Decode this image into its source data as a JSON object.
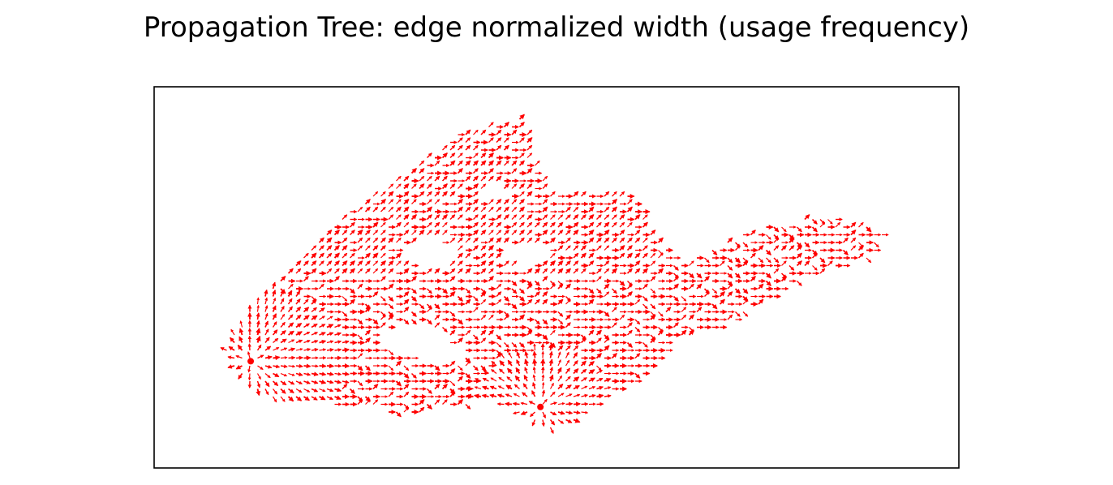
{
  "chart_data": {
    "type": "graph",
    "title": "Propagation Tree: edge normalized width (usage frequency)",
    "xlabel": "",
    "ylabel": "",
    "ticks_visible": false,
    "grid": false,
    "legend": "none",
    "edge_color": "#ff0000",
    "frame_color": "#000000",
    "seed_nodes": [
      {
        "x": 0.12,
        "y": 0.28
      },
      {
        "x": 0.48,
        "y": 0.16
      }
    ],
    "region_outline": [
      [
        0.09,
        0.32
      ],
      [
        0.13,
        0.45
      ],
      [
        0.22,
        0.64
      ],
      [
        0.33,
        0.8
      ],
      [
        0.38,
        0.88
      ],
      [
        0.46,
        0.92
      ],
      [
        0.47,
        0.82
      ],
      [
        0.49,
        0.72
      ],
      [
        0.53,
        0.72
      ],
      [
        0.59,
        0.72
      ],
      [
        0.61,
        0.68
      ],
      [
        0.62,
        0.61
      ],
      [
        0.66,
        0.54
      ],
      [
        0.7,
        0.58
      ],
      [
        0.74,
        0.62
      ],
      [
        0.79,
        0.65
      ],
      [
        0.84,
        0.66
      ],
      [
        0.91,
        0.62
      ],
      [
        0.89,
        0.55
      ],
      [
        0.8,
        0.49
      ],
      [
        0.75,
        0.42
      ],
      [
        0.7,
        0.36
      ],
      [
        0.65,
        0.34
      ],
      [
        0.61,
        0.24
      ],
      [
        0.57,
        0.19
      ],
      [
        0.55,
        0.16
      ],
      [
        0.52,
        0.12
      ],
      [
        0.49,
        0.1
      ],
      [
        0.46,
        0.14
      ],
      [
        0.42,
        0.18
      ],
      [
        0.35,
        0.15
      ],
      [
        0.3,
        0.14
      ],
      [
        0.26,
        0.16
      ],
      [
        0.2,
        0.17
      ],
      [
        0.15,
        0.18
      ],
      [
        0.12,
        0.21
      ],
      [
        0.1,
        0.25
      ],
      [
        0.09,
        0.29
      ]
    ],
    "holes": [
      {
        "x": 0.34,
        "y": 0.56,
        "r": 0.035
      },
      {
        "x": 0.46,
        "y": 0.56,
        "r": 0.03
      },
      {
        "x": 0.32,
        "y": 0.34,
        "r": 0.04
      },
      {
        "x": 0.35,
        "y": 0.3,
        "r": 0.03
      },
      {
        "x": 0.42,
        "y": 0.72,
        "r": 0.018
      }
    ]
  }
}
